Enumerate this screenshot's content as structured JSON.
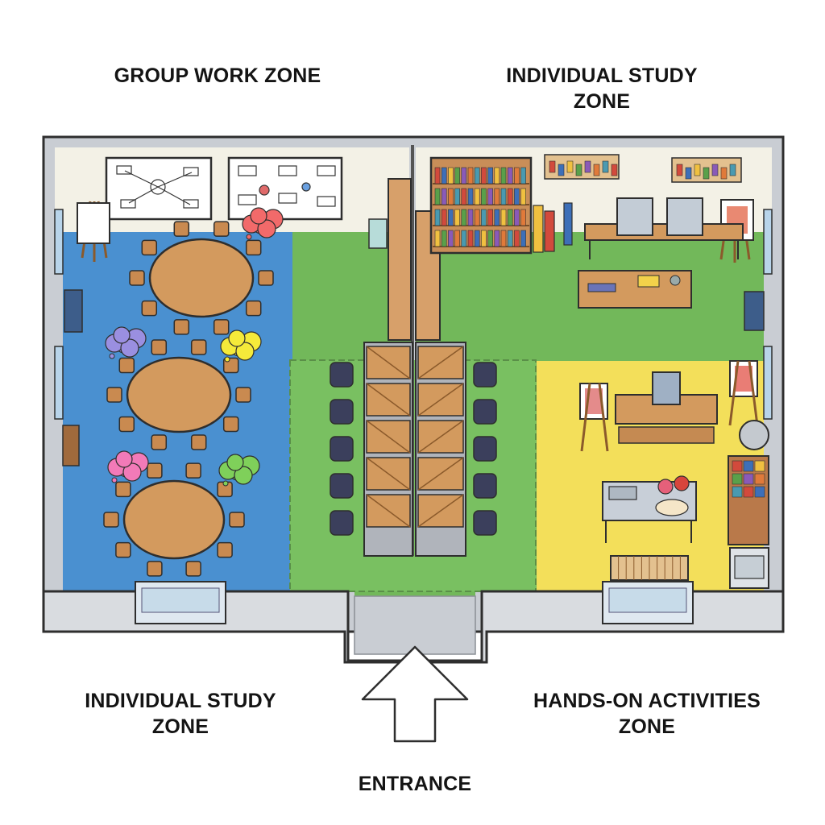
{
  "labels": {
    "group_work": "GROUP WORK ZONE",
    "individual_top": "INDIVIDUAL STUDY ZONE",
    "individual_bottom": "INDIVIDUAL STUDY\nZONE",
    "hands_on": "HANDS-ON ACTIVITIES\nZONE",
    "entrance": "ENTRANCE"
  },
  "colors": {
    "group_floor": "#4a90d0",
    "study_floor": "#72b85a",
    "handson_floor": "#f3df5a",
    "wall": "#c9cdd3",
    "back_wall": "#f3f1e6",
    "table_wood": "#d39a5e",
    "chair_wood": "#c98a50",
    "office_chair": "#3b3f5c",
    "outline": "#2e2e2e"
  },
  "icons": {
    "entrance": "arrow-up-icon",
    "thought_bubble": "cloud-icon"
  }
}
